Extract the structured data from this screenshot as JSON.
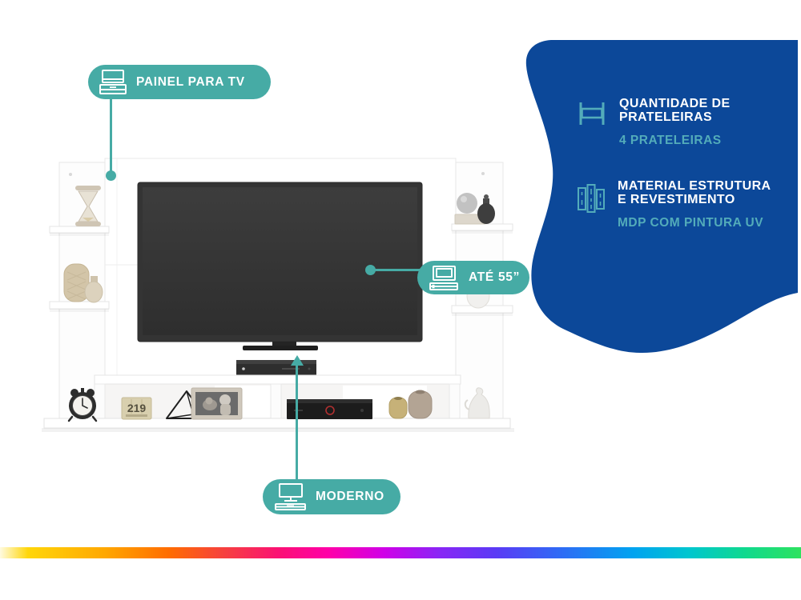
{
  "colors": {
    "blob_blue": "#0C4899",
    "teal": "#46ABA5",
    "teal_light": "#53ACBA"
  },
  "callouts": {
    "painel": {
      "label": "PAINEL PARA TV",
      "icon": "tv-panel-icon"
    },
    "ate55": {
      "label": "ATÉ 55”",
      "icon": "tv-rack-icon"
    },
    "moderno": {
      "label": "MODERNO",
      "icon": "tv-stand-icon"
    }
  },
  "specs": [
    {
      "icon": "shelf-icon",
      "title_line1": "QUANTIDADE DE",
      "title_line2": "PRATELEIRAS",
      "value": "4 PRATELEIRAS"
    },
    {
      "icon": "wood-material-icon",
      "title_line1": "MATERIAL ESTRUTURA",
      "title_line2": "E REVESTIMENTO",
      "value": "MDP COM PINTURA UV"
    }
  ],
  "scene": {
    "calendar_text": "219"
  }
}
